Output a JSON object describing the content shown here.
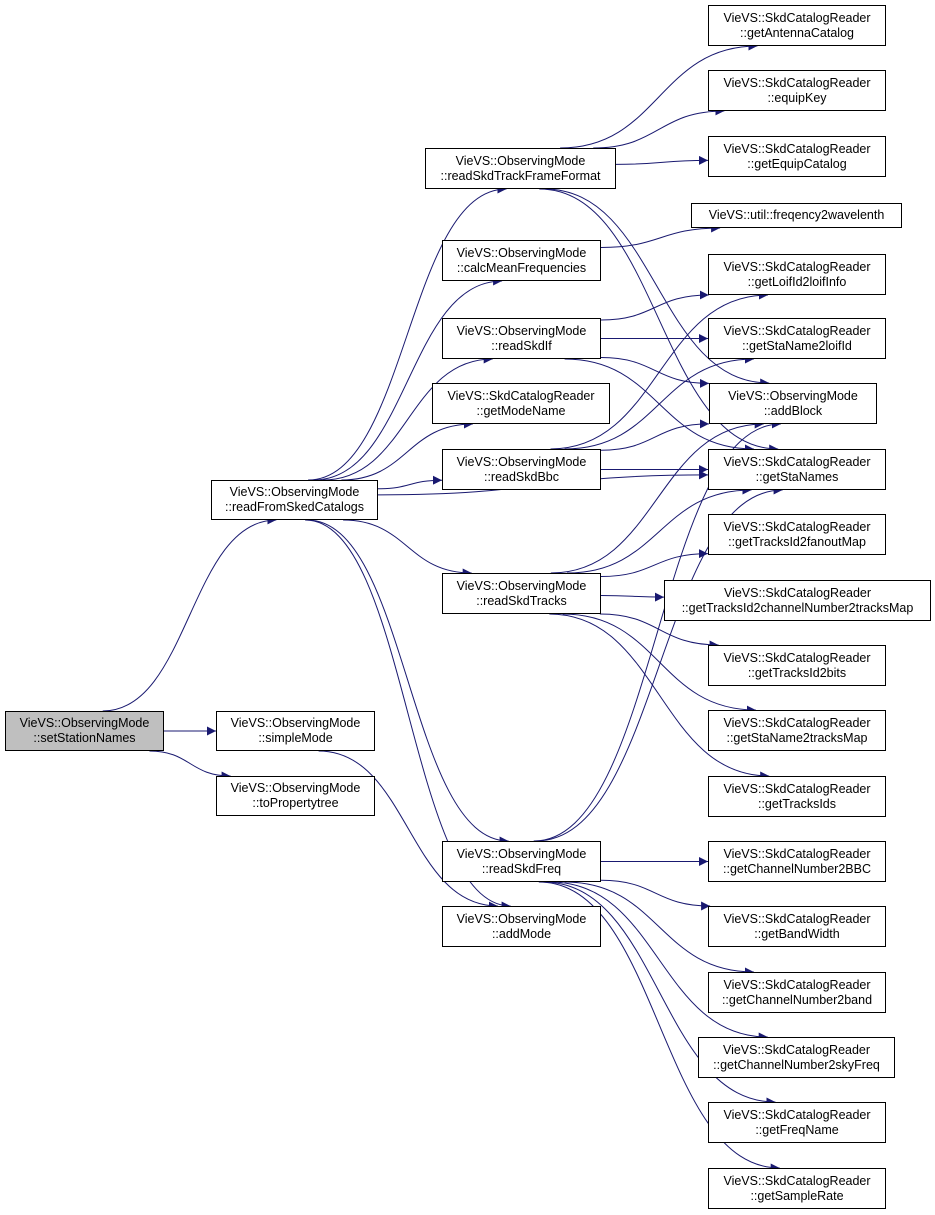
{
  "nodes": {
    "setStationNames": {
      "line1": "VieVS::ObservingMode",
      "line2": "::setStationNames"
    },
    "readFromSkedCatalogs": {
      "line1": "VieVS::ObservingMode",
      "line2": "::readFromSkedCatalogs"
    },
    "simpleMode": {
      "line1": "VieVS::ObservingMode",
      "line2": "::simpleMode"
    },
    "toPropertytree": {
      "line1": "VieVS::ObservingMode",
      "line2": "::toPropertytree"
    },
    "readSkdTrackFrameFormat": {
      "line1": "VieVS::ObservingMode",
      "line2": "::readSkdTrackFrameFormat"
    },
    "calcMeanFrequencies": {
      "line1": "VieVS::ObservingMode",
      "line2": "::calcMeanFrequencies"
    },
    "readSkdIf": {
      "line1": "VieVS::ObservingMode",
      "line2": "::readSkdIf"
    },
    "getModeName": {
      "line1": "VieVS::SkdCatalogReader",
      "line2": "::getModeName"
    },
    "readSkdBbc": {
      "line1": "VieVS::ObservingMode",
      "line2": "::readSkdBbc"
    },
    "readSkdTracks": {
      "line1": "VieVS::ObservingMode",
      "line2": "::readSkdTracks"
    },
    "readSkdFreq": {
      "line1": "VieVS::ObservingMode",
      "line2": "::readSkdFreq"
    },
    "addMode": {
      "line1": "VieVS::ObservingMode",
      "line2": "::addMode"
    },
    "getAntennaCatalog": {
      "line1": "VieVS::SkdCatalogReader",
      "line2": "::getAntennaCatalog"
    },
    "equipKey": {
      "line1": "VieVS::SkdCatalogReader",
      "line2": "::equipKey"
    },
    "getEquipCatalog": {
      "line1": "VieVS::SkdCatalogReader",
      "line2": "::getEquipCatalog"
    },
    "freqency2wavelenth": {
      "line1": "VieVS::util::freqency2wavelenth",
      "line2": ""
    },
    "getLoifId2loifInfo": {
      "line1": "VieVS::SkdCatalogReader",
      "line2": "::getLoifId2loifInfo"
    },
    "getStaName2loifId": {
      "line1": "VieVS::SkdCatalogReader",
      "line2": "::getStaName2loifId"
    },
    "addBlock": {
      "line1": "VieVS::ObservingMode",
      "line2": "::addBlock"
    },
    "getStaNames": {
      "line1": "VieVS::SkdCatalogReader",
      "line2": "::getStaNames"
    },
    "getTracksId2fanoutMap": {
      "line1": "VieVS::SkdCatalogReader",
      "line2": "::getTracksId2fanoutMap"
    },
    "getTracksId2channelNumber2tracksMap": {
      "line1": "VieVS::SkdCatalogReader",
      "line2": "::getTracksId2channelNumber2tracksMap"
    },
    "getTracksId2bits": {
      "line1": "VieVS::SkdCatalogReader",
      "line2": "::getTracksId2bits"
    },
    "getStaName2tracksMap": {
      "line1": "VieVS::SkdCatalogReader",
      "line2": "::getStaName2tracksMap"
    },
    "getTracksIds": {
      "line1": "VieVS::SkdCatalogReader",
      "line2": "::getTracksIds"
    },
    "getChannelNumber2BBC": {
      "line1": "VieVS::SkdCatalogReader",
      "line2": "::getChannelNumber2BBC"
    },
    "getBandWidth": {
      "line1": "VieVS::SkdCatalogReader",
      "line2": "::getBandWidth"
    },
    "getChannelNumber2band": {
      "line1": "VieVS::SkdCatalogReader",
      "line2": "::getChannelNumber2band"
    },
    "getChannelNumber2skyFreq": {
      "line1": "VieVS::SkdCatalogReader",
      "line2": "::getChannelNumber2skyFreq"
    },
    "getFreqName": {
      "line1": "VieVS::SkdCatalogReader",
      "line2": "::getFreqName"
    },
    "getSampleRate": {
      "line1": "VieVS::SkdCatalogReader",
      "line2": "::getSampleRate"
    }
  },
  "edges": [
    [
      "setStationNames",
      "readFromSkedCatalogs"
    ],
    [
      "setStationNames",
      "simpleMode"
    ],
    [
      "setStationNames",
      "toPropertytree"
    ],
    [
      "readFromSkedCatalogs",
      "readSkdTrackFrameFormat"
    ],
    [
      "readFromSkedCatalogs",
      "calcMeanFrequencies"
    ],
    [
      "readFromSkedCatalogs",
      "readSkdIf"
    ],
    [
      "readFromSkedCatalogs",
      "getModeName"
    ],
    [
      "readFromSkedCatalogs",
      "readSkdBbc"
    ],
    [
      "readFromSkedCatalogs",
      "getStaNames"
    ],
    [
      "readFromSkedCatalogs",
      "readSkdTracks"
    ],
    [
      "readFromSkedCatalogs",
      "readSkdFreq"
    ],
    [
      "readFromSkedCatalogs",
      "addMode"
    ],
    [
      "simpleMode",
      "addMode"
    ],
    [
      "readSkdTrackFrameFormat",
      "getAntennaCatalog"
    ],
    [
      "readSkdTrackFrameFormat",
      "equipKey"
    ],
    [
      "readSkdTrackFrameFormat",
      "getEquipCatalog"
    ],
    [
      "readSkdTrackFrameFormat",
      "addBlock"
    ],
    [
      "readSkdTrackFrameFormat",
      "getStaNames"
    ],
    [
      "calcMeanFrequencies",
      "freqency2wavelenth"
    ],
    [
      "readSkdIf",
      "getLoifId2loifInfo"
    ],
    [
      "readSkdIf",
      "getStaName2loifId"
    ],
    [
      "readSkdIf",
      "addBlock"
    ],
    [
      "readSkdIf",
      "getStaNames"
    ],
    [
      "readSkdBbc",
      "getLoifId2loifInfo"
    ],
    [
      "readSkdBbc",
      "getStaName2loifId"
    ],
    [
      "readSkdBbc",
      "addBlock"
    ],
    [
      "readSkdBbc",
      "getStaNames"
    ],
    [
      "readSkdTracks",
      "addBlock"
    ],
    [
      "readSkdTracks",
      "getStaNames"
    ],
    [
      "readSkdTracks",
      "getTracksId2fanoutMap"
    ],
    [
      "readSkdTracks",
      "getTracksId2channelNumber2tracksMap"
    ],
    [
      "readSkdTracks",
      "getTracksId2bits"
    ],
    [
      "readSkdTracks",
      "getStaName2tracksMap"
    ],
    [
      "readSkdTracks",
      "getTracksIds"
    ],
    [
      "readSkdFreq",
      "addBlock"
    ],
    [
      "readSkdFreq",
      "getStaNames"
    ],
    [
      "readSkdFreq",
      "getChannelNumber2BBC"
    ],
    [
      "readSkdFreq",
      "getBandWidth"
    ],
    [
      "readSkdFreq",
      "getChannelNumber2band"
    ],
    [
      "readSkdFreq",
      "getChannelNumber2skyFreq"
    ],
    [
      "readSkdFreq",
      "getFreqName"
    ],
    [
      "readSkdFreq",
      "getSampleRate"
    ]
  ],
  "colors": {
    "edge": "#191970",
    "root_fill": "#bfbfbf",
    "node_fill": "#ffffff",
    "border": "#000000"
  }
}
